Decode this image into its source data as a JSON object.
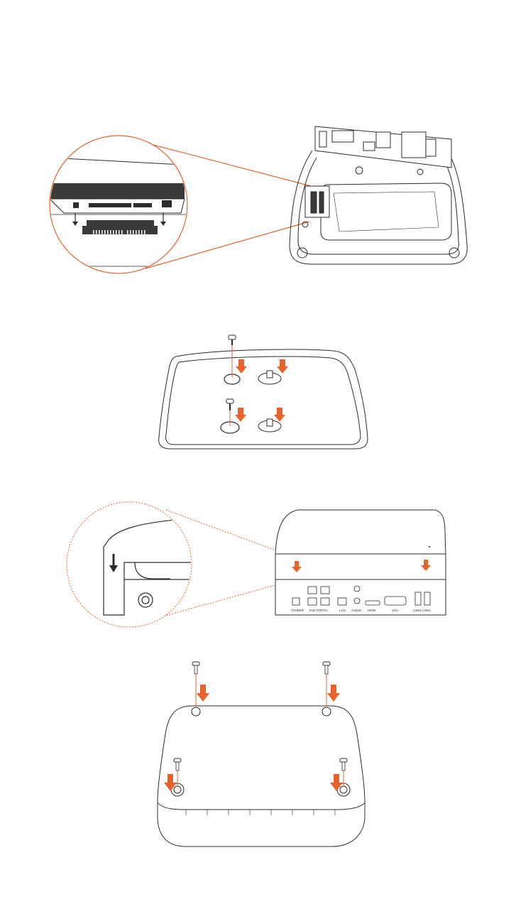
{
  "diagram": {
    "accent_color": "#e8632b",
    "line_color": "#2b2b2b",
    "dark_fill": "#3a3a3a",
    "steps": [
      {
        "name": "install-hard-drive",
        "icon": "hdd-sata-connector-icon"
      },
      {
        "name": "fix-drive-screws",
        "icon": "screw-icon"
      },
      {
        "name": "slide-cover-closed",
        "icon": "cover-arrow-icon"
      },
      {
        "name": "fasten-base-screws",
        "icon": "screw-icon"
      }
    ],
    "rear_panel_labels": [
      "POWER",
      "PoE PORTS",
      "LAN",
      "AUDIO",
      "HDMI",
      "VGA",
      "USB1",
      "USB2"
    ]
  }
}
